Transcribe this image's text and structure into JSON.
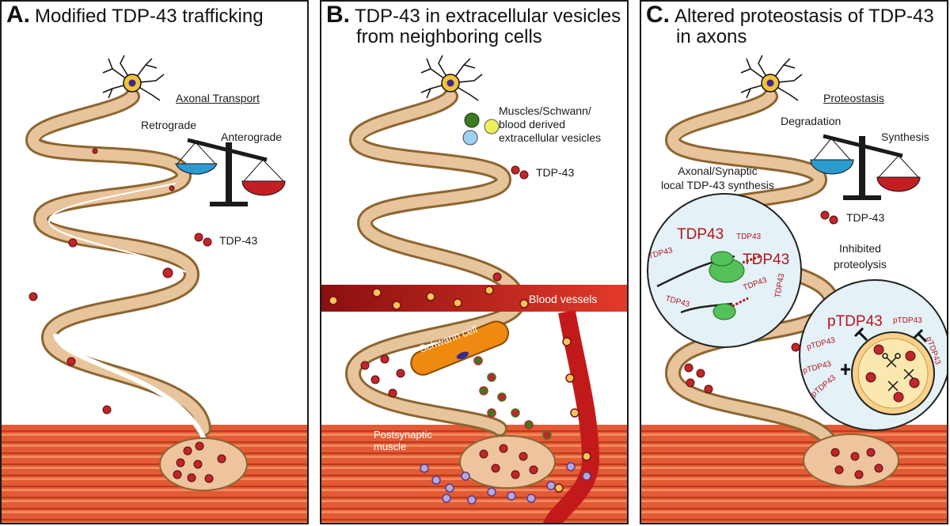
{
  "panels": {
    "a": {
      "letter": "A.",
      "title": "Modified TDP-43 trafficking",
      "axonal_transport": "Axonal Transport",
      "retrograde": "Retrograde",
      "anterograde": "Anterograde",
      "tdp43": "TDP-43"
    },
    "b": {
      "letter": "B.",
      "title_line1": "TDP-43 in extracellular vesicles",
      "title_line2": "from neighboring cells",
      "ev_line1": "Muscles/Schwann/",
      "ev_line2": "blood derived",
      "ev_line3": "extracellular vesicles",
      "tdp43": "TDP-43",
      "blood_vessels": "Blood vessels",
      "schwann_cell": "Schwann cell",
      "postsynaptic_1": "Postsynaptic",
      "postsynaptic_2": "muscle"
    },
    "c": {
      "letter": "C.",
      "title_line1": "Altered proteostasis of TDP-43",
      "title_line2": "in axons",
      "proteostasis": "Proteostasis",
      "degradation": "Degradation",
      "synthesis": "Synthesis",
      "local_line1": "Axonal/Synaptic",
      "local_line2": "local TDP-43 synthesis",
      "tdp43": "TDP-43",
      "inhibited_1": "Inhibited",
      "inhibited_2": "proteolysis",
      "tdp43_big": "TDP43",
      "tdp43_small": "TDP43",
      "ptdp43": "pTDP43"
    }
  },
  "colors": {
    "axon": "#b38a55",
    "tdp43_dot": "#c0262b",
    "muscle": "#e0522e",
    "blood": "#cc1f1f",
    "bowl_blue": "#2c9bd0",
    "bowl_red": "#c41e24",
    "schwann": "#ef8a10"
  }
}
